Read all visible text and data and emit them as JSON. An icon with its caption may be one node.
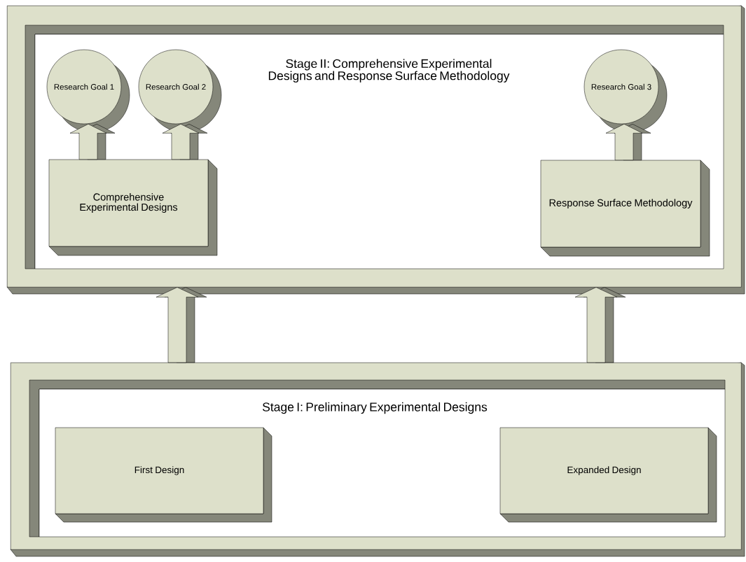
{
  "diagram": {
    "nodes": [
      {
        "text": [
          "Stage II: Comprehensive Experimental Designs and Response Surface Methodology"
        ]
      },
      {
        "text": [
          "Research Goal 1"
        ],
        "in": 0
      },
      {
        "text": [
          "Research Goal 2"
        ],
        "in": 0
      },
      {
        "text": [
          "Research Goal 3"
        ],
        "in": 0
      },
      {
        "text": [
          "Comprehensive Experimental Designs"
        ],
        "in": 0
      },
      {
        "text": [
          "Response Surface Methodology"
        ],
        "in": 0
      },
      {
        "text": [
          "Stage I: Preliminary Experimental Designs"
        ]
      },
      {
        "text": [
          "First Design"
        ],
        "in": 6
      },
      {
        "text": [
          "Expanded Design"
        ],
        "in": 6
      }
    ],
    "edges": [
      {
        "from": 4,
        "to": 1,
        "arrow": "to"
      },
      {
        "from": 4,
        "to": 2,
        "arrow": "to"
      },
      {
        "from": 5,
        "to": 3,
        "arrow": "to"
      },
      {
        "from": 6,
        "to": 0,
        "arrow": "to"
      },
      {
        "from": 6,
        "to": 0,
        "arrow": "to"
      }
    ]
  }
}
